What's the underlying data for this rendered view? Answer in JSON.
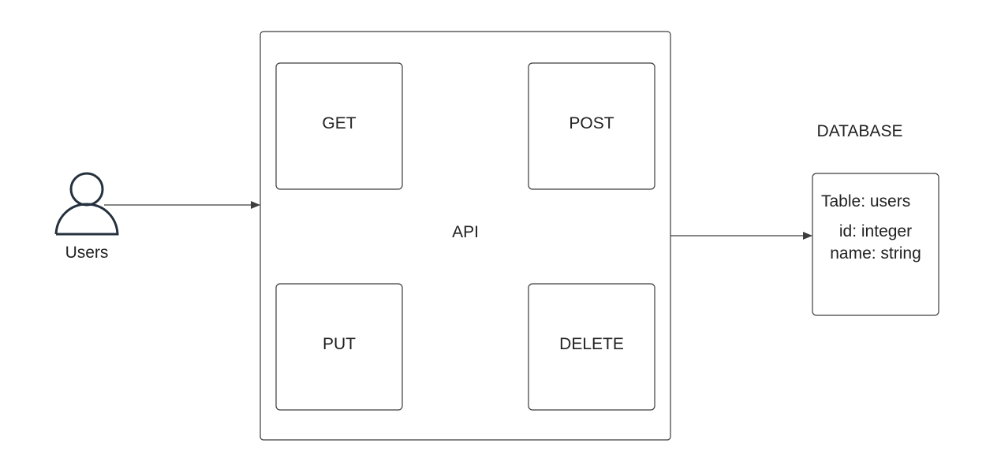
{
  "users": {
    "label": "Users",
    "icon": "user-icon"
  },
  "api": {
    "label": "API",
    "methods": {
      "get": "GET",
      "post": "POST",
      "put": "PUT",
      "delete": "DELETE"
    }
  },
  "database": {
    "title": "DATABASE",
    "table": "Table: users",
    "fields": [
      "id: integer",
      "name: string"
    ]
  },
  "colors": {
    "stroke": "#3d3d3d",
    "icon_stroke": "#24303d",
    "text": "#222222",
    "background": "#ffffff"
  }
}
